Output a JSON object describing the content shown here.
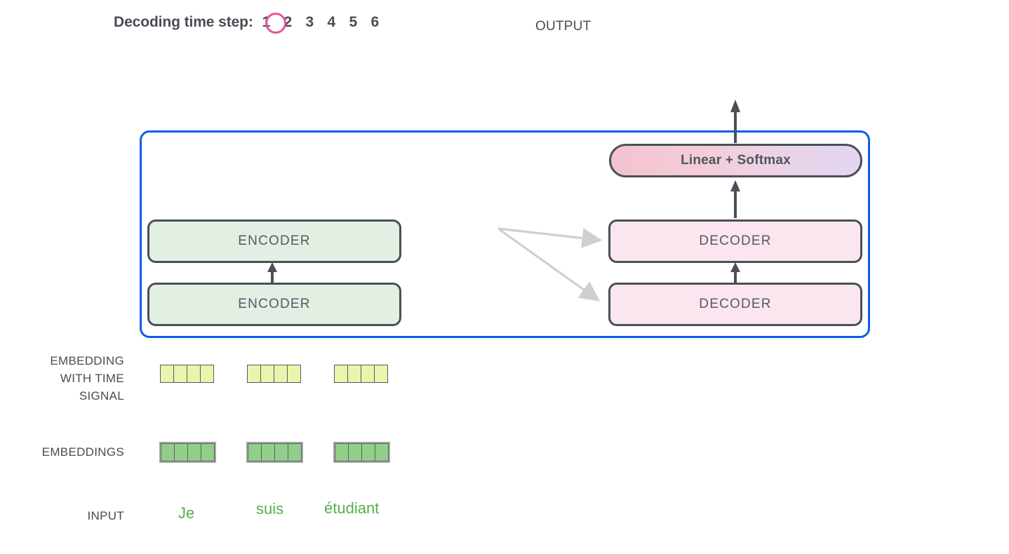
{
  "header": {
    "timestep_label": "Decoding time step:",
    "timesteps": [
      "1",
      "2",
      "3",
      "4",
      "5",
      "6"
    ],
    "active_timestep": "1",
    "active_circle_color": "#e8539e",
    "output_label": "OUTPUT"
  },
  "model": {
    "container_color": "#0b5ce8",
    "encoders": [
      {
        "label": "ENCODER"
      },
      {
        "label": "ENCODER"
      }
    ],
    "decoders": [
      {
        "label": "DECODER"
      },
      {
        "label": "DECODER"
      }
    ],
    "linear_softmax": {
      "label": "Linear + Softmax",
      "gradient_from": "#f2c3cf",
      "gradient_to": "#e3d5f2"
    },
    "encoder_fill": "#e2efe2",
    "decoder_fill": "#fbe5ee",
    "box_border": "#4a4f58"
  },
  "rows": {
    "embedding_time_signal": {
      "label_lines": [
        "EMBEDDING",
        "WITH TIME",
        "SIGNAL"
      ],
      "label": "EMBEDDING WITH TIME SIGNAL",
      "cell_color": "#e9f5ac",
      "cells_per_group": 4,
      "groups": 3
    },
    "embeddings": {
      "label": "EMBEDDINGS",
      "cell_color": "#90ce8a",
      "cells_per_group": 4,
      "groups": 3
    },
    "input": {
      "label": "INPUT",
      "word_color": "#54b04a",
      "words": [
        "Je",
        "suis",
        "étudiant"
      ]
    }
  },
  "arrows": {
    "cross_attention_color": "#cfcfcf",
    "flow_color": "#4a4f58"
  }
}
